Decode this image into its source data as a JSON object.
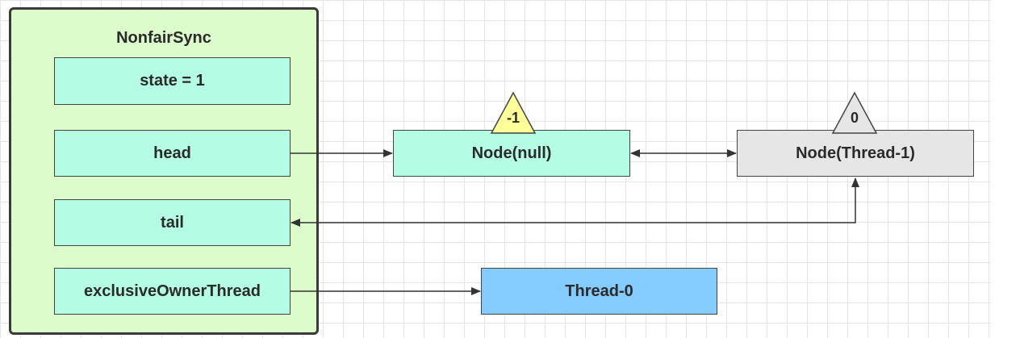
{
  "container": {
    "title": "NonfairSync"
  },
  "fields": {
    "state": "state = 1",
    "head": "head",
    "tail": "tail",
    "owner": "exclusiveOwnerThread"
  },
  "nodes": {
    "null_node": {
      "label": "Node(null)",
      "wait_status": "-1"
    },
    "thread1_node": {
      "label": "Node(Thread-1)",
      "wait_status": "0"
    },
    "thread0": {
      "label": "Thread-0"
    }
  },
  "colors": {
    "container_fill": "#dcfccb",
    "field_fill": "#b4fce4",
    "gray_node_fill": "#e6e6e6",
    "thread_fill": "#84ccff",
    "badge_yellow": "#ffff99",
    "badge_gray": "#e6e6e6"
  }
}
